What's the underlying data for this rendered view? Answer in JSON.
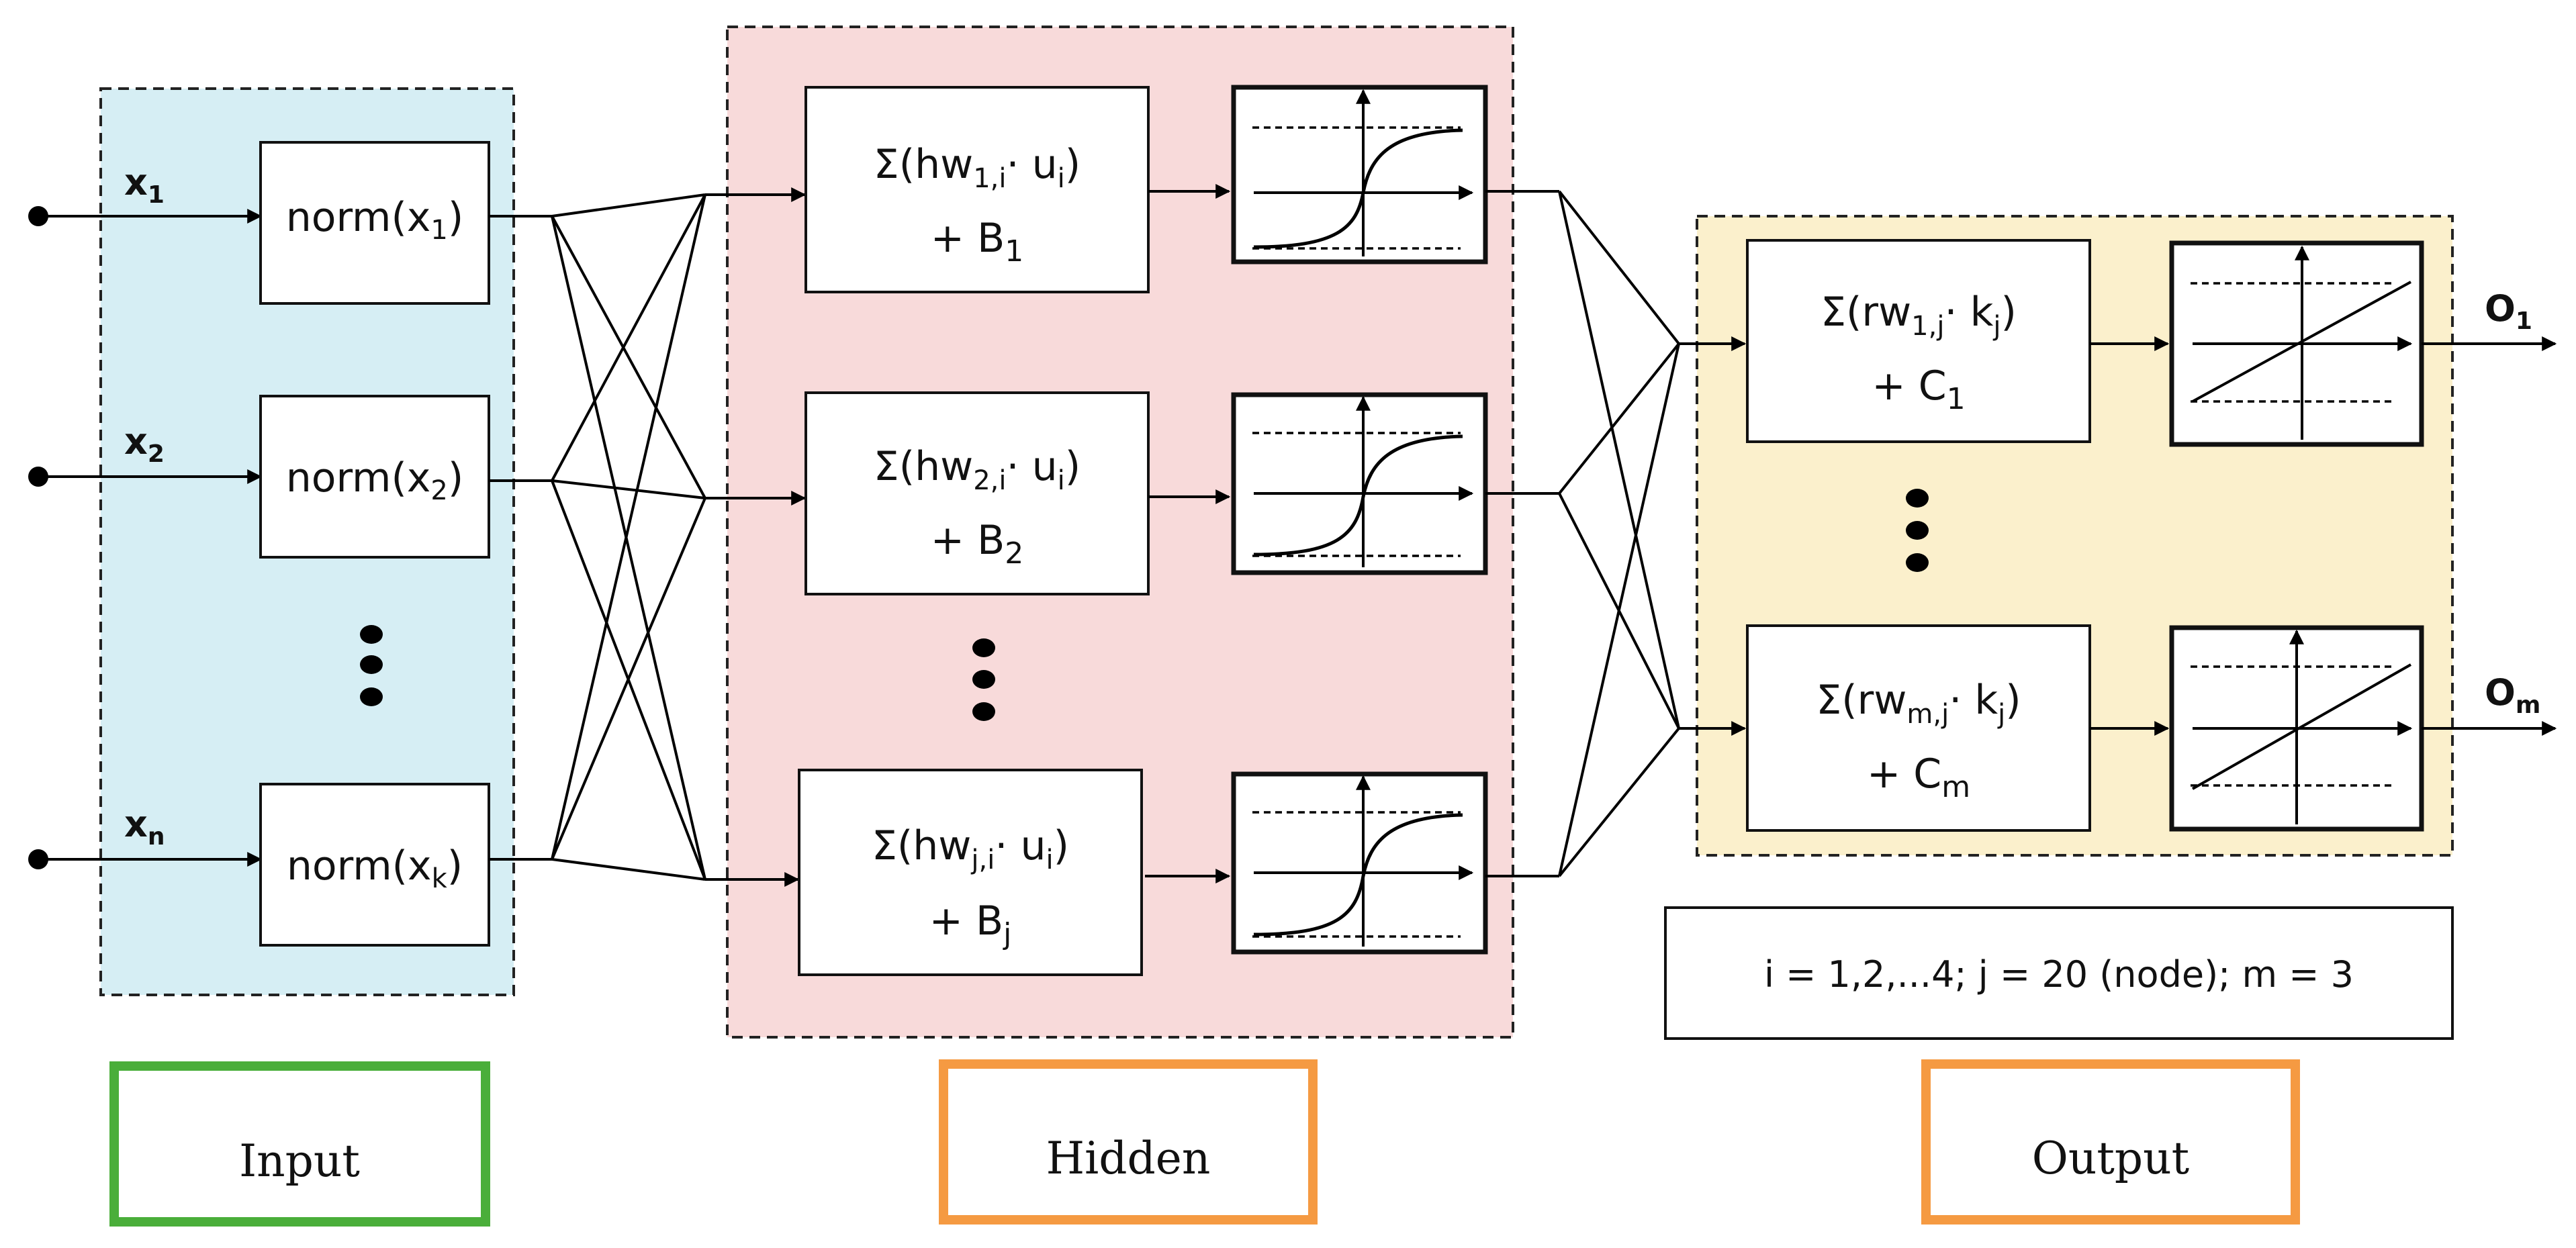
{
  "input": {
    "labels": {
      "x1": "x",
      "x1_sub": "1",
      "x2": "x",
      "x2_sub": "2",
      "xn": "x",
      "xn_sub": "n"
    },
    "norm": [
      {
        "main": "norm(x",
        "sub": "1",
        "close": ")"
      },
      {
        "main": "norm(x",
        "sub": "2",
        "close": ")"
      },
      {
        "main": "norm(x",
        "sub": "k",
        "close": ")"
      }
    ]
  },
  "hidden": {
    "sums": [
      {
        "pre": "Σ(hw",
        "sub": "1,i",
        "post": "· u",
        "usub": "i",
        "close": ")",
        "bias": "+ B",
        "bsub": "1"
      },
      {
        "pre": "Σ(hw",
        "sub": "2,i",
        "post": "· u",
        "usub": "i",
        "close": ")",
        "bias": "+ B",
        "bsub": "2"
      },
      {
        "pre": "Σ(hw",
        "sub": "j,i",
        "post": "· u",
        "usub": "i",
        "close": ")",
        "bias": "+ B",
        "bsub": "j"
      }
    ]
  },
  "output": {
    "sums": [
      {
        "pre": "Σ(rw",
        "sub": "1,j",
        "post": "· k",
        "ksub": "j",
        "close": ")",
        "bias": "+ C",
        "bsub": "1"
      },
      {
        "pre": "Σ(rw",
        "sub": "m,j",
        "post": "· k",
        "ksub": "j",
        "close": ")",
        "bias": "+ C",
        "bsub": "m"
      }
    ],
    "labels": {
      "o1": "O",
      "o1_sub": "1",
      "om": "O",
      "om_sub": "m"
    }
  },
  "params_note": "i = 1,2,...4; j = 20 (node); m = 3",
  "sections": {
    "input": "Input",
    "hidden": "Hidden",
    "output": "Output"
  },
  "colors": {
    "input_region": "#d6eef4",
    "hidden_region": "#f8dada",
    "output_region": "#fbf0cc",
    "input_label_border": "#4aae3a",
    "hidden_label_border": "#f59a42",
    "output_label_border": "#f59a42"
  }
}
